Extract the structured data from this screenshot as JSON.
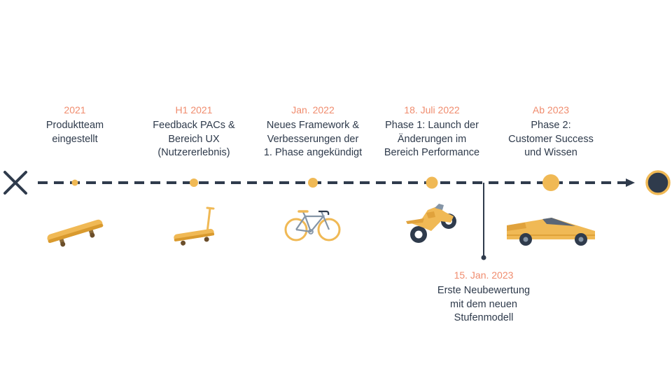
{
  "colors": {
    "dark": "#2f3b4c",
    "accent": "#f0b955",
    "date": "#f08c6e",
    "text": "#2e3a4b"
  },
  "milestones": [
    {
      "date": "2021",
      "label": "Produktteam\neingestellt",
      "icon": "skateboard-icon"
    },
    {
      "date": "H1 2021",
      "label": "Feedback PACs &\nBereich UX\n(Nutzererlebnis)",
      "icon": "scooter-icon"
    },
    {
      "date": "Jan. 2022",
      "label": "Neues Framework &\nVerbesserungen der\n1. Phase angekündigt",
      "icon": "bicycle-icon"
    },
    {
      "date": "18. Juli 2022",
      "label": "Phase 1: Launch der\nÄnderungen im\nBereich Performance",
      "icon": "motorcycle-icon"
    },
    {
      "date": "Ab 2023",
      "label": "Phase 2:\nCustomer Success\nund Wissen",
      "icon": "cybertruck-icon"
    }
  ],
  "callout": {
    "date": "15. Jan. 2023",
    "label": "Erste Neubewertung\nmit dem neuen\nStufenmodell"
  }
}
